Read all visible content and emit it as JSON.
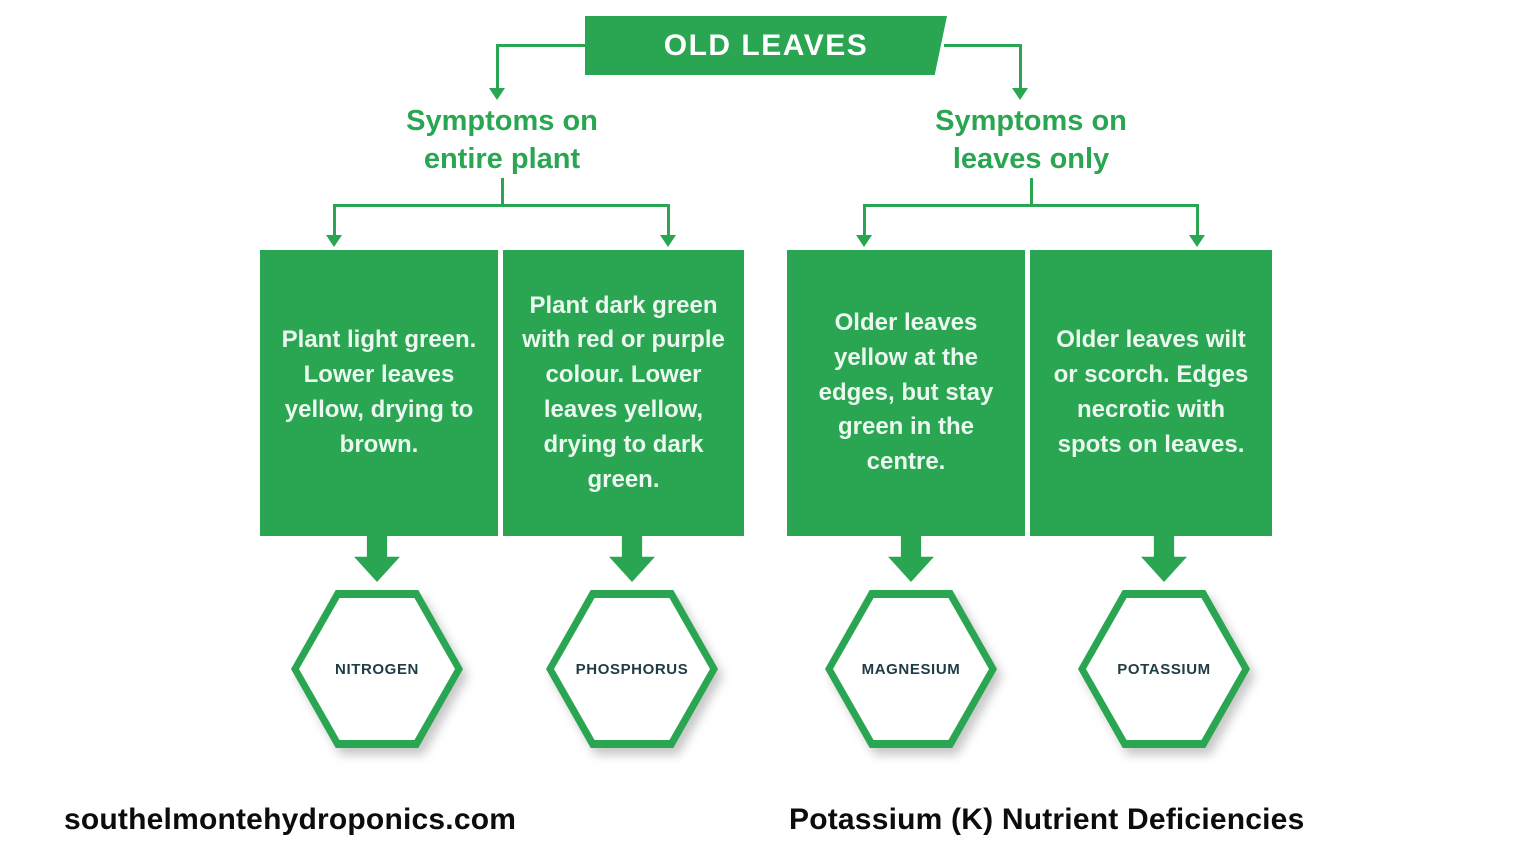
{
  "colors": {
    "green": "#2AA653",
    "box-text": "#EBF8EF",
    "hex-label": "#203C46",
    "footer": "#0C0C0C",
    "background": "#FFFFFF"
  },
  "diagram": {
    "root": "OLD LEAVES",
    "branches": [
      {
        "label_line1": "Symptoms on",
        "label_line2": "entire plant",
        "boxes": [
          {
            "symptom": "Plant light green. Lower leaves yellow, drying to brown.",
            "nutrient": "NITROGEN"
          },
          {
            "symptom": "Plant dark green with red or purple colour. Lower leaves yellow, drying to dark green.",
            "nutrient": "PHOSPHORUS"
          }
        ]
      },
      {
        "label_line1": "Symptoms on",
        "label_line2": "leaves only",
        "boxes": [
          {
            "symptom": "Older leaves yellow at the edges, but stay green in the centre.",
            "nutrient": "MAGNESIUM"
          },
          {
            "symptom": "Older leaves wilt or scorch. Edges necrotic with spots on leaves.",
            "nutrient": "POTASSIUM"
          }
        ]
      }
    ]
  },
  "footer": {
    "website": "southelmontehydroponics.com",
    "caption": "Potassium (K) Nutrient Deficiencies"
  }
}
